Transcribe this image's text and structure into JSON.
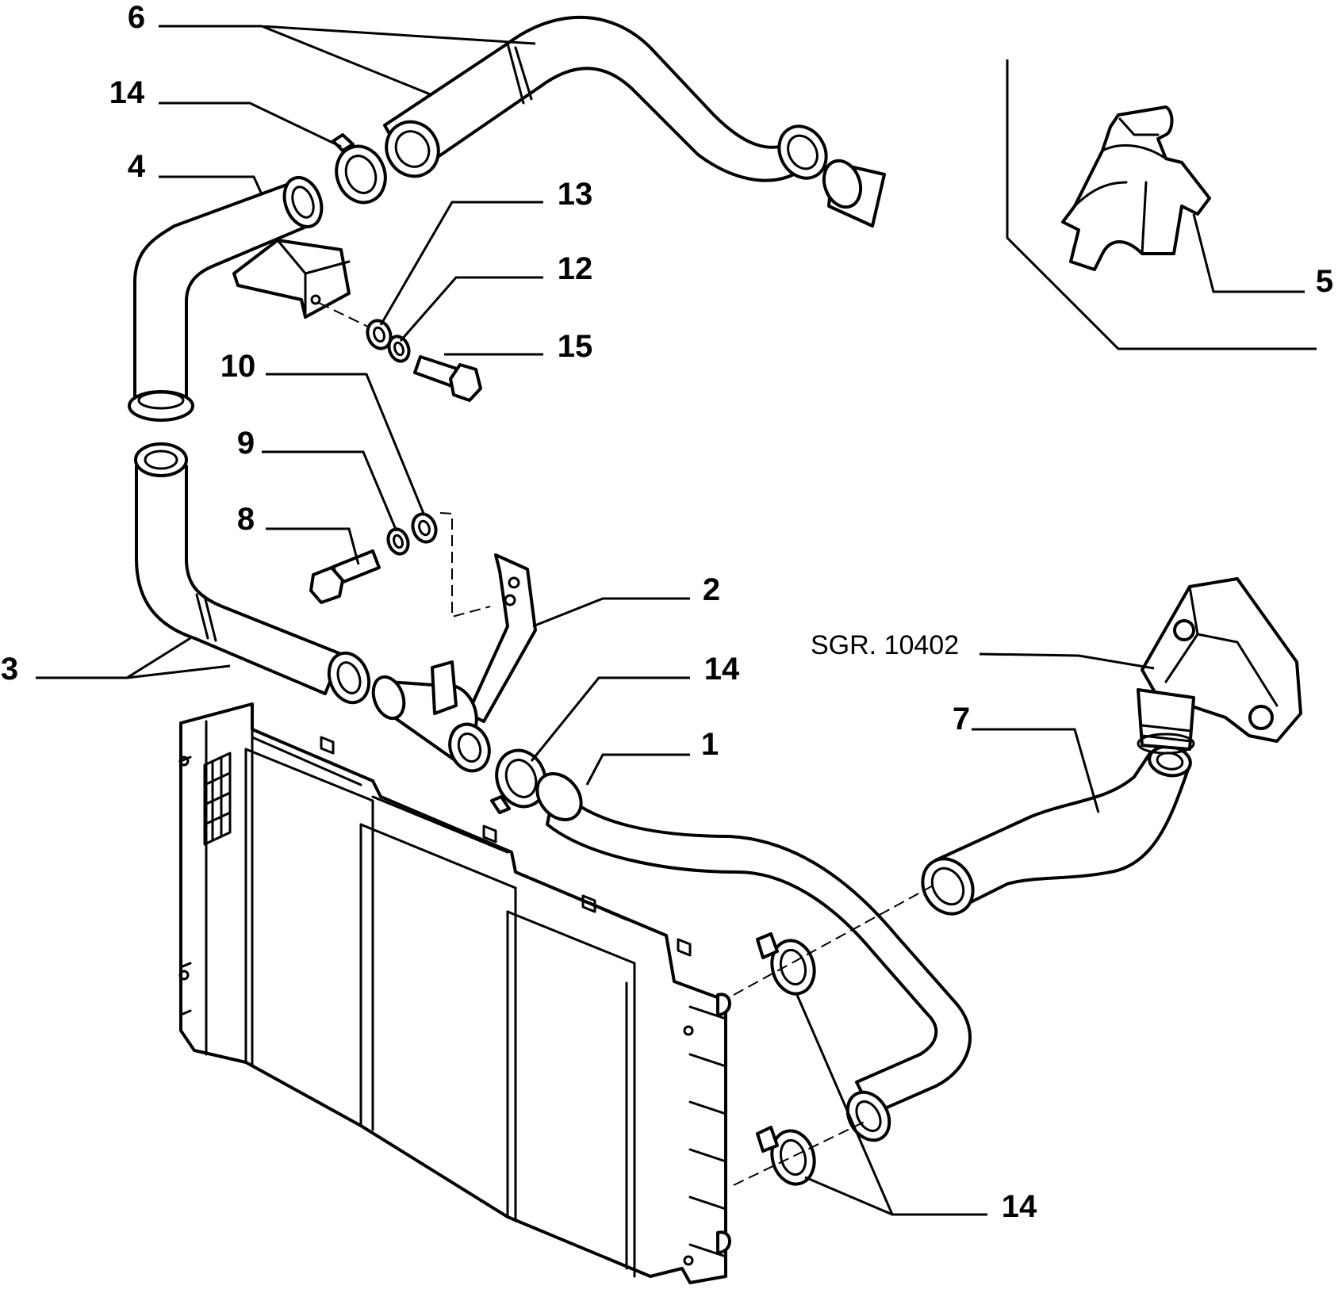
{
  "reference": "SGR. 10402",
  "callouts": [
    {
      "id": "c6",
      "label": "6"
    },
    {
      "id": "c14a",
      "label": "14"
    },
    {
      "id": "c4",
      "label": "4"
    },
    {
      "id": "c13",
      "label": "13"
    },
    {
      "id": "c12",
      "label": "12"
    },
    {
      "id": "c15",
      "label": "15"
    },
    {
      "id": "c10",
      "label": "10"
    },
    {
      "id": "c9",
      "label": "9"
    },
    {
      "id": "c8",
      "label": "8"
    },
    {
      "id": "c2",
      "label": "2"
    },
    {
      "id": "c3",
      "label": "3"
    },
    {
      "id": "c14b",
      "label": "14"
    },
    {
      "id": "c1",
      "label": "1"
    },
    {
      "id": "c7",
      "label": "7"
    },
    {
      "id": "c5",
      "label": "5"
    },
    {
      "id": "c14c",
      "label": "14"
    }
  ]
}
